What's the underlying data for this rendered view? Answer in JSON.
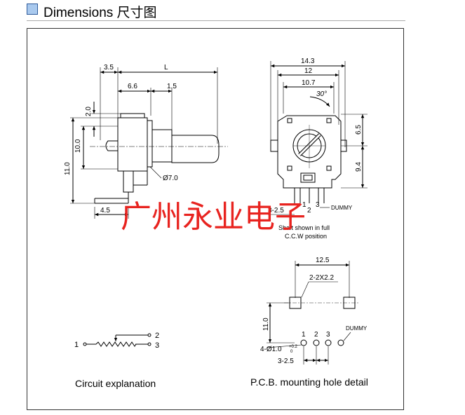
{
  "header": {
    "title": "Dimensions 尺寸图",
    "icon_color": "#a9c9ee"
  },
  "watermark": "广州永业电子",
  "side_view": {
    "dims": {
      "d_3_5": "3.5",
      "d_L": "L",
      "d_6_6": "6.6",
      "d_1_5": "1.5",
      "d_2_0": "2.0",
      "d_10_0": "10.0",
      "d_11_0": "11.0",
      "d_phi7": "Ø7.0",
      "d_4_5": "4.5"
    }
  },
  "front_view": {
    "dims": {
      "d_14_3": "14.3",
      "d_12": "12",
      "d_10_7": "10.7",
      "d_30": "30°",
      "d_6_5": "6.5",
      "d_9_4": "9.4",
      "d_3_2_5": "3-2.5"
    },
    "pins": [
      "1",
      "2",
      "3"
    ],
    "dummy": "DUMMY",
    "note_line1": "Shaft shown in full",
    "note_line2": "C.C.W position"
  },
  "pcb": {
    "dims": {
      "d_12_5": "12.5",
      "d_2x2_2": "2-2X2.2",
      "d_11_0": "11.0",
      "d_4phi": "4-Ø1.0",
      "d_tol_plus": "+0.2",
      "d_tol_zero": "0",
      "d_3_2_5": "3-2.5"
    },
    "pins": [
      "1",
      "2",
      "3"
    ],
    "dummy": "DUMMY",
    "caption": "P.C.B.  mounting hole detail"
  },
  "circuit": {
    "pin1": "1",
    "pin2": "2",
    "pin3": "3",
    "caption": "Circuit explanation"
  }
}
